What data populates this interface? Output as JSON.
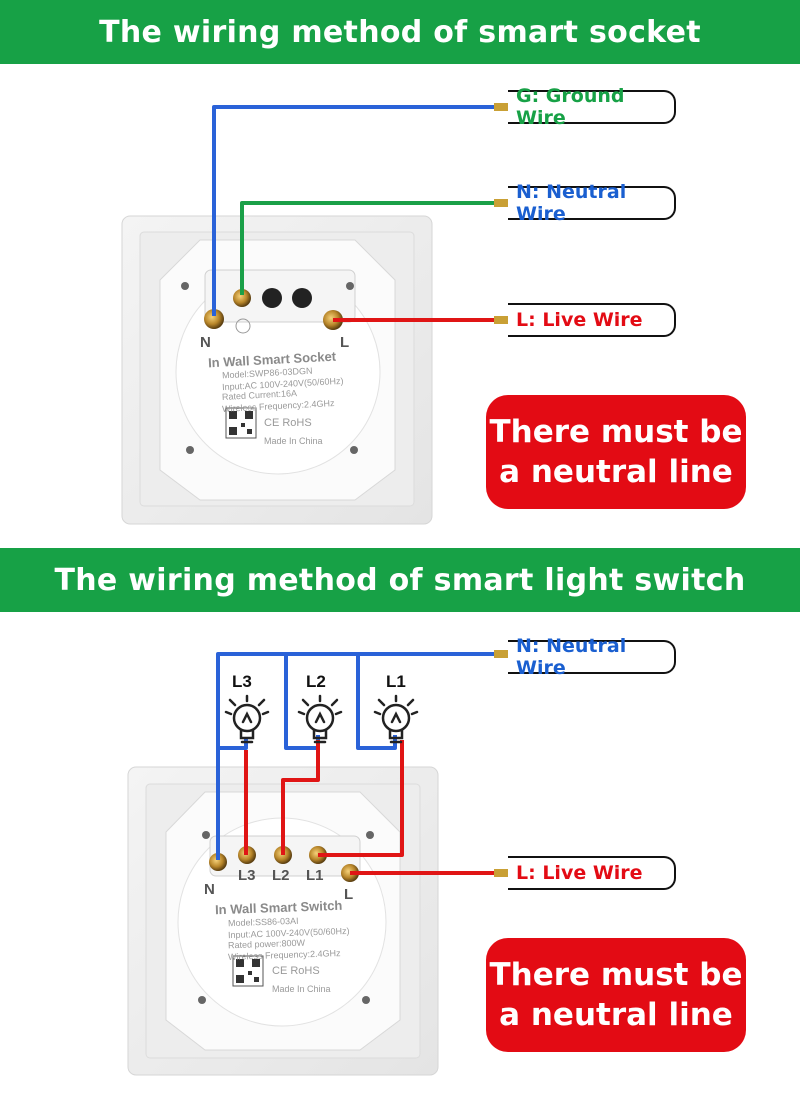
{
  "sections": {
    "socket": {
      "title": "The wiring method of  smart socket",
      "ground_label": "G: Ground Wire",
      "neutral_label": "N: Neutral Wire",
      "live_label": "L: Live Wire",
      "warning": [
        "There must be",
        "a neutral line"
      ],
      "device": {
        "name": "In Wall Smart Socket",
        "specs": [
          "Model:SWP86-03DGN",
          "Input:AC 100V-240V(50/60Hz)",
          "Rated Current:16A",
          "Wireless Frequency:2.4GHz"
        ],
        "made_in": "Made In China",
        "cert": "CE RoHS",
        "terminal_n": "N",
        "terminal_l": "L"
      }
    },
    "switch": {
      "title": "The wiring method of  smart light switch",
      "neutral_label": "N: Neutral Wire",
      "live_label": "L: Live Wire",
      "warning": [
        "There must be",
        "a neutral line"
      ],
      "bulbs": [
        "L3",
        "L2",
        "L1"
      ],
      "device": {
        "name": "In Wall Smart Switch",
        "specs": [
          "Model:SS86-03AI",
          "Input:AC 100V-240V(50/60Hz)",
          "Rated power:800W",
          "Wireless Frequency:2.4GHz"
        ],
        "made_in": "Made In China",
        "cert": "CE RoHS",
        "terminals": [
          "L3",
          "L2",
          "L1"
        ],
        "terminal_n": "N",
        "terminal_l": "L"
      }
    }
  },
  "colors": {
    "banner": "#17a146",
    "warning_bg": "#e30b14",
    "ground_text": "#17a146",
    "neutral_text": "#1a5fd0",
    "live_text": "#e30b14",
    "wire_blue": "#2a62d8",
    "wire_green": "#1aa048",
    "wire_red": "#e01515"
  },
  "icons": [
    "lightbulb-icon",
    "qr-code-icon"
  ]
}
